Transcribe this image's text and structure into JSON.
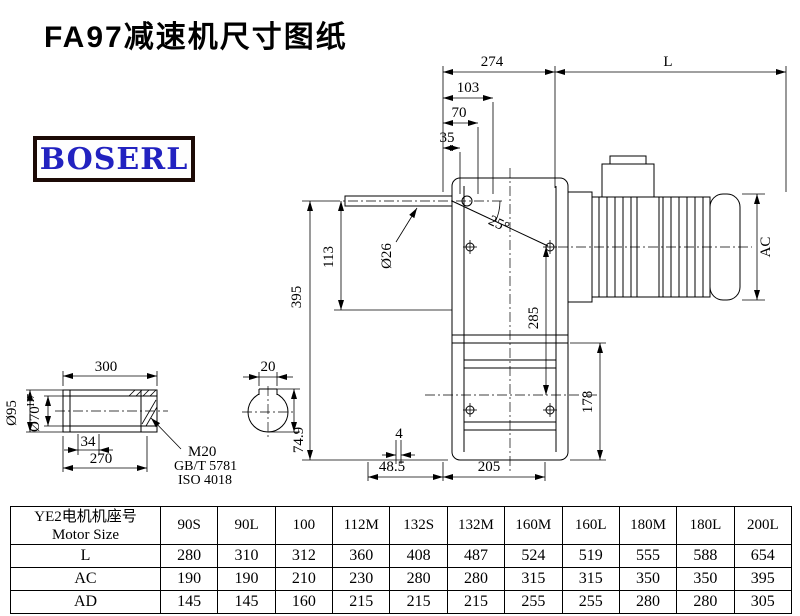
{
  "page": {
    "title": "FA97减速机尺寸图纸",
    "logo_text": "BOSERL"
  },
  "drawing": {
    "dims": {
      "top_width": "274",
      "motor_length": "L",
      "d103": "103",
      "d70": "70",
      "d35": "35",
      "angle": "25°",
      "input_shaft_dia": "Ø26",
      "d113": "113",
      "d395": "395",
      "d285": "285",
      "motor_dia": "AC",
      "d178": "178",
      "d4": "4",
      "d48_5": "48.5",
      "d205": "205",
      "shaft_length": "300",
      "keyway_width": "20",
      "hub_dia": "Ø95",
      "bore_dia": "Ø70",
      "bore_tol": "H7",
      "d34": "34",
      "d270": "270",
      "keyway_height": "74.9",
      "bolt": "M20",
      "bolt_std1": "GB/T 5781",
      "bolt_std2": "ISO 4018"
    }
  },
  "table": {
    "row_header_line1": "YE2电机机座号",
    "row_header_line2": "Motor Size",
    "columns": [
      "90S",
      "90L",
      "100",
      "112M",
      "132S",
      "132M",
      "160M",
      "160L",
      "180M",
      "180L",
      "200L"
    ],
    "rows": [
      {
        "label": "L",
        "values": [
          "280",
          "310",
          "312",
          "360",
          "408",
          "487",
          "524",
          "519",
          "555",
          "588",
          "654"
        ]
      },
      {
        "label": "AC",
        "values": [
          "190",
          "190",
          "210",
          "230",
          "280",
          "280",
          "315",
          "315",
          "350",
          "350",
          "395"
        ]
      },
      {
        "label": "AD",
        "values": [
          "145",
          "145",
          "160",
          "215",
          "215",
          "215",
          "255",
          "255",
          "280",
          "280",
          "305"
        ]
      }
    ]
  }
}
